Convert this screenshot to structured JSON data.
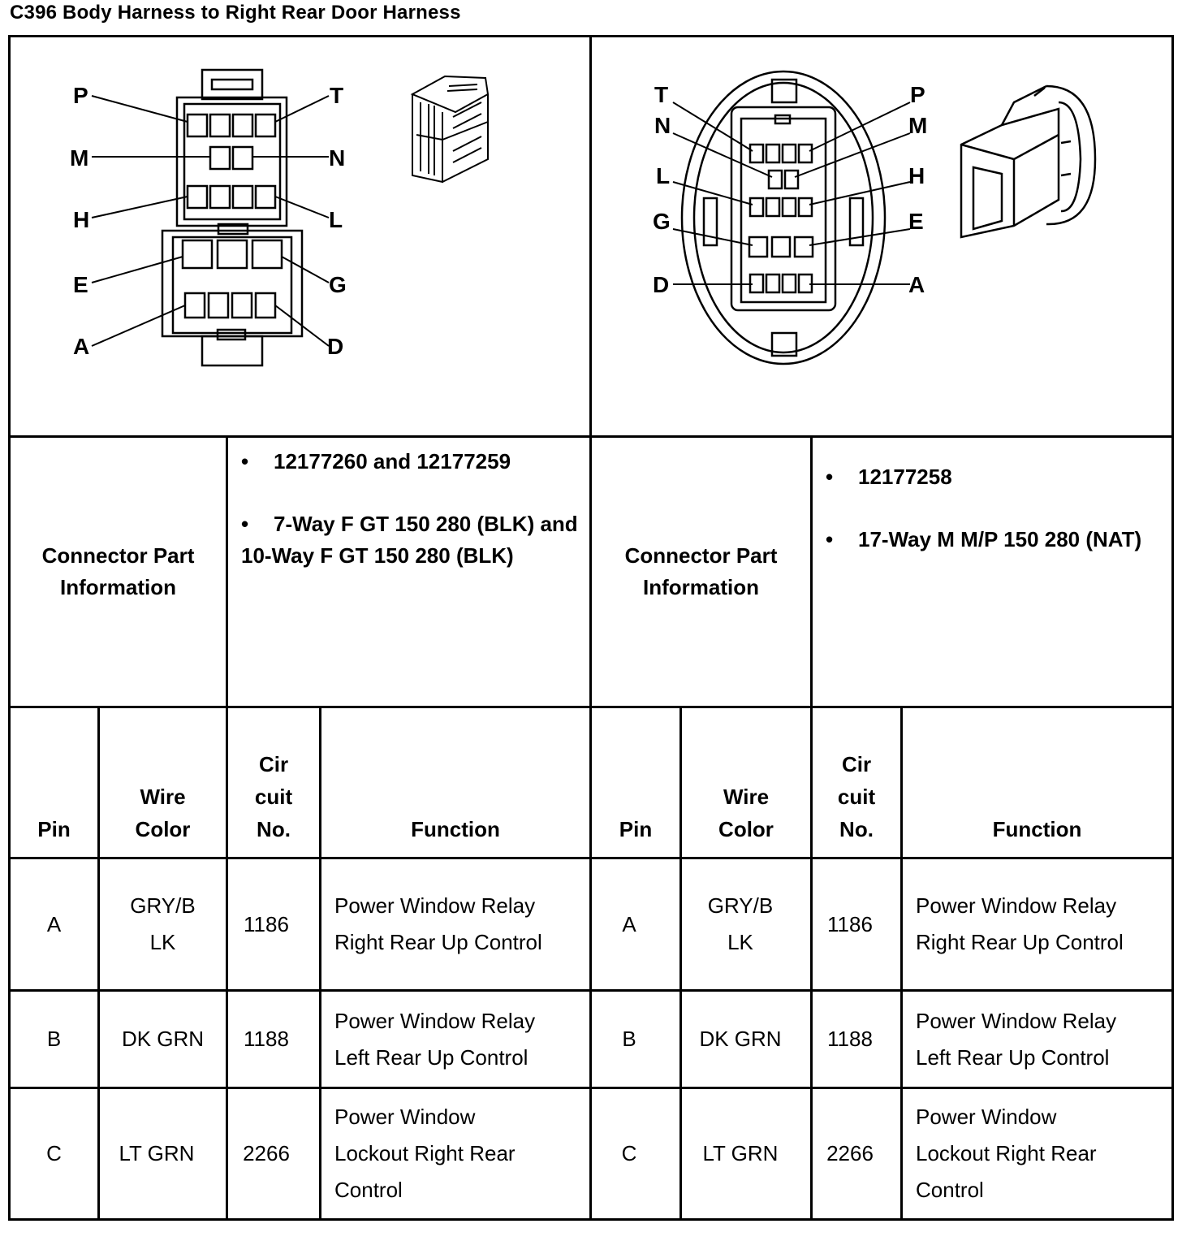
{
  "title": "C396 Body Harness to Right Rear Door Harness",
  "left_connector": {
    "pin_labels": [
      "P",
      "T",
      "M",
      "N",
      "H",
      "L",
      "E",
      "G",
      "A",
      "D"
    ],
    "info_label": "Connector Part Information",
    "part_numbers": "12177260 and 12177259",
    "description": "7-Way F GT 150 280 (BLK) and 10-Way F GT 150 280 (BLK)"
  },
  "right_connector": {
    "pin_labels": [
      "T",
      "P",
      "N",
      "M",
      "L",
      "H",
      "G",
      "E",
      "D",
      "A"
    ],
    "info_label": "Connector Part Information",
    "part_numbers": "12177258",
    "description": "17-Way M M/P 150 280 (NAT)"
  },
  "table": {
    "headers": {
      "pin": "Pin",
      "wire_color": "Wire Color",
      "circuit": "Cir cuit No.",
      "function": "Function"
    },
    "rows": [
      {
        "pin": "A",
        "wire_color": "GRY/B LK",
        "circuit": "1186",
        "function": "Power Window Relay Right Rear Up Control"
      },
      {
        "pin": "B",
        "wire_color": "DK GRN",
        "circuit": "1188",
        "function": "Power Window Relay Left Rear Up Control"
      },
      {
        "pin": "C",
        "wire_color": "LT GRN",
        "circuit": "2266",
        "function": "Power Window Lockout Right Rear Control"
      }
    ]
  }
}
